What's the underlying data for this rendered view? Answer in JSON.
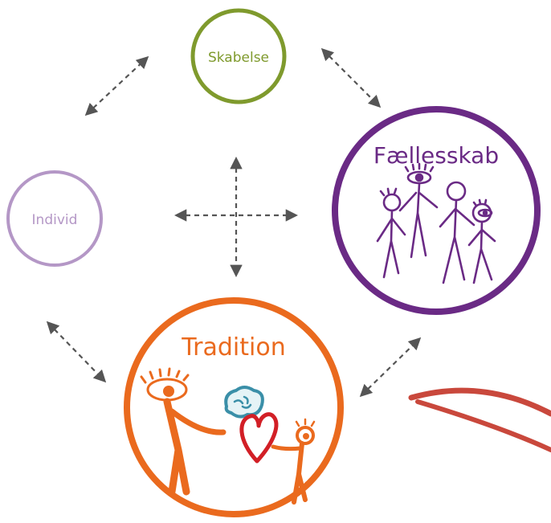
{
  "nodes": {
    "skabelse": {
      "label": "Skabelse",
      "color": "#7f9a2d"
    },
    "faellesskab": {
      "label": "Fællesskab",
      "color": "#6a2a85"
    },
    "individ": {
      "label": "Individ",
      "color": "#b497c6"
    },
    "tradition": {
      "label": "Tradition",
      "color": "#ea6a1e"
    }
  },
  "colors": {
    "arrow": "#555555",
    "accent_red": "#c9483c",
    "brain_teal": "#3a8fa8",
    "heart_red": "#d21f26"
  },
  "icons": {
    "community": "stick-figure-group-icon",
    "tradition": "eye-figure-brain-heart-icon"
  }
}
